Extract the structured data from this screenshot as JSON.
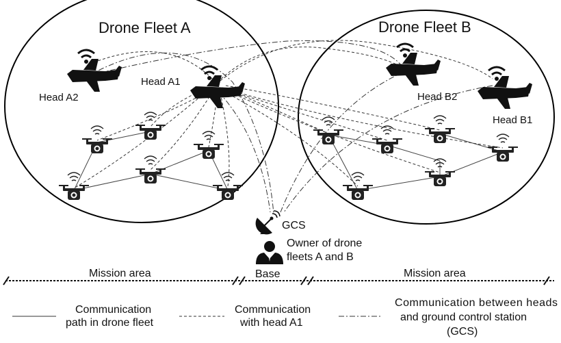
{
  "fleets": {
    "a_title": "Drone Fleet A",
    "b_title": "Drone Fleet B"
  },
  "heads": {
    "a1": "Head A1",
    "a2": "Head A2",
    "b1": "Head B1",
    "b2": "Head B2"
  },
  "base": {
    "gcs": "GCS",
    "owner_line1": "Owner of drone",
    "owner_line2": "fleets A and B",
    "base_label": "Base"
  },
  "areas": {
    "left": "Mission area",
    "right": "Mission area"
  },
  "legend": {
    "solid_line1": "Communication",
    "solid_line2": "path in drone fleet",
    "dashed_line1": "Communication",
    "dashed_line2": "with head A1",
    "dashdot_line1": "Communication between heads",
    "dashdot_line2": "and ground control station",
    "dashdot_line3": "(GCS)"
  },
  "icons": {
    "large_drone": "fixed-wing-drone-icon",
    "small_drone": "quadcopter-camera-icon",
    "gcs": "satellite-dish-icon",
    "owner": "person-icon"
  }
}
